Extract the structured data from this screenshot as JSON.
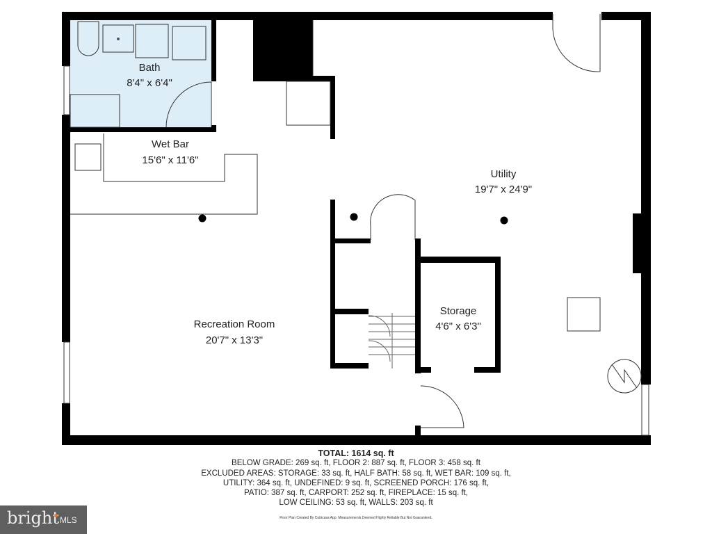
{
  "rooms": {
    "bath": {
      "name": "Bath",
      "size": "8'4\" x 6'4\""
    },
    "wet_bar": {
      "name": "Wet Bar",
      "size": "15'6\" x 11'6\""
    },
    "utility": {
      "name": "Utility",
      "size": "19'7\" x 24'9\""
    },
    "storage": {
      "name": "Storage",
      "size": "4'6\" x 6'3\""
    },
    "recreation": {
      "name": "Recreation Room",
      "size": "20'7\" x 13'3\""
    }
  },
  "summary": {
    "total": "TOTAL: 1614 sq. ft",
    "lines": [
      "BELOW GRADE: 269 sq. ft, FLOOR 2: 887 sq. ft, FLOOR 3: 458 sq. ft",
      "EXCLUDED AREAS: STORAGE: 33 sq. ft, HALF BATH: 58 sq. ft, WET BAR: 109 sq. ft,",
      "UTILITY: 364 sq. ft, UNDEFINED: 9 sq. ft, SCREENED PORCH: 176 sq. ft,",
      "PATIO: 387 sq. ft, CARPORT: 252 sq. ft, FIREPLACE: 15 sq. ft,",
      "LOW CEILING: 53 sq. ft, WALLS: 203 sq. ft"
    ],
    "credit": "Floor Plan Created By Cubicasa App. Measurements Deemed Highly Reliable But Not Guaranteed."
  },
  "logo": {
    "brand": "bright",
    "suffix": "MLS",
    "accent": "#e8773a"
  },
  "colors": {
    "wall": "#000000",
    "bath_fill": "#deeef9"
  }
}
